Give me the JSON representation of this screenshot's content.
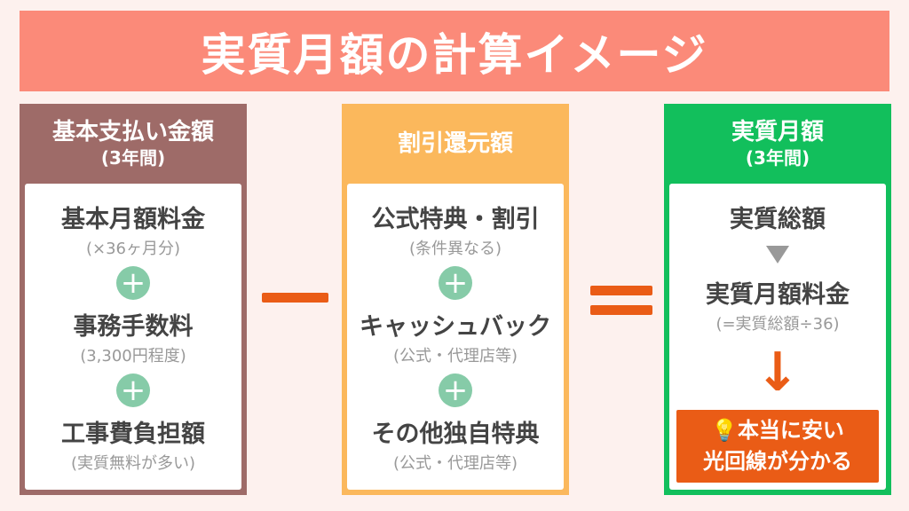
{
  "title": "実質月額の計算イメージ",
  "columns": [
    {
      "heading": "基本支払い金額",
      "subheading": "(3年間)",
      "items": [
        {
          "label": "基本月額料金",
          "note": "(×36ヶ月分)"
        },
        {
          "label": "事務手数料",
          "note": "(3,300円程度)"
        },
        {
          "label": "工事費負担額",
          "note": "(実質無料が多い)"
        }
      ]
    },
    {
      "heading": "割引還元額",
      "items": [
        {
          "label": "公式特典・割引",
          "note": "(条件異なる)"
        },
        {
          "label": "キャッシュバック",
          "note": "(公式・代理店等)"
        },
        {
          "label": "その他独自特典",
          "note": "(公式・代理店等)"
        }
      ]
    },
    {
      "heading": "実質月額",
      "subheading": "(3年間)",
      "items": [
        {
          "label": "実質総額"
        },
        {
          "label": "実質月額料金",
          "note": "(=実質総額÷36)"
        }
      ],
      "result_line1": "本当に安い",
      "result_line2": "光回線が分かる"
    }
  ],
  "symbols": {
    "plus": "+",
    "arrow_down": "↓"
  },
  "colors": {
    "title_bg": "#fb8a79",
    "brown": "#9e6b68",
    "yellow": "#fbb85c",
    "green": "#12bf5c",
    "accent": "#ea5c16",
    "plus": "#86cba8"
  }
}
